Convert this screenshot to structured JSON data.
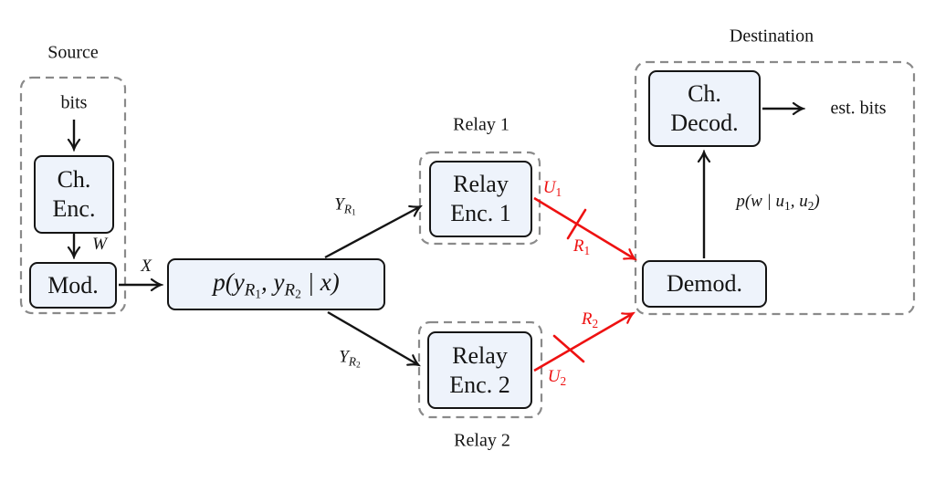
{
  "colors": {
    "accent_red": "#ee1111",
    "block_fill": "#eef3fb",
    "block_border": "#141414",
    "group_dash_border": "#8a8a8a"
  },
  "groups": {
    "source": "Source",
    "relay1": "Relay 1",
    "relay2": "Relay 2",
    "destination": "Destination"
  },
  "blocks": {
    "channel_encoder": {
      "line1": "Ch.",
      "line2": "Enc."
    },
    "modulator": "Mod.",
    "relay_encoder_1": {
      "line1": "Relay",
      "line2": "Enc. 1"
    },
    "relay_encoder_2": {
      "line1": "Relay",
      "line2": "Enc. 2"
    },
    "channel_decoder": {
      "line1": "Ch.",
      "line2": "Decod."
    },
    "demodulator": "Demod."
  },
  "texts": {
    "bits": "bits",
    "est_bits": "est. bits"
  },
  "math": {
    "channel_law": [
      {
        "t": "p(y",
        "l": 0
      },
      {
        "t": "R",
        "l": 1
      },
      {
        "t": "1",
        "l": 2
      },
      {
        "t": ", y",
        "l": 0
      },
      {
        "t": "R",
        "l": 1
      },
      {
        "t": "2",
        "l": 2
      },
      {
        "t": " | x)",
        "l": 0
      }
    ],
    "decoder_law": [
      {
        "t": "p(w | u",
        "l": 0
      },
      {
        "t": "1",
        "l": 1
      },
      {
        "t": ", u",
        "l": 0
      },
      {
        "t": "2",
        "l": 1
      },
      {
        "t": ")",
        "l": 0
      }
    ],
    "w": [
      {
        "t": "W",
        "l": 0
      }
    ],
    "x": [
      {
        "t": "X",
        "l": 0
      }
    ],
    "y_r1": [
      {
        "t": "Y",
        "l": 0
      },
      {
        "t": "R",
        "l": 1
      },
      {
        "t": "1",
        "l": 2
      }
    ],
    "y_r2": [
      {
        "t": "Y",
        "l": 0
      },
      {
        "t": "R",
        "l": 1
      },
      {
        "t": "2",
        "l": 2
      }
    ],
    "u_1": [
      {
        "t": "U",
        "l": 0
      },
      {
        "t": "1",
        "l": 1
      }
    ],
    "u_2": [
      {
        "t": "U",
        "l": 0
      },
      {
        "t": "2",
        "l": 1
      }
    ],
    "r_1": [
      {
        "t": "R",
        "l": 0
      },
      {
        "t": "1",
        "l": 1
      }
    ],
    "r_2": [
      {
        "t": "R",
        "l": 0
      },
      {
        "t": "2",
        "l": 1
      }
    ]
  }
}
